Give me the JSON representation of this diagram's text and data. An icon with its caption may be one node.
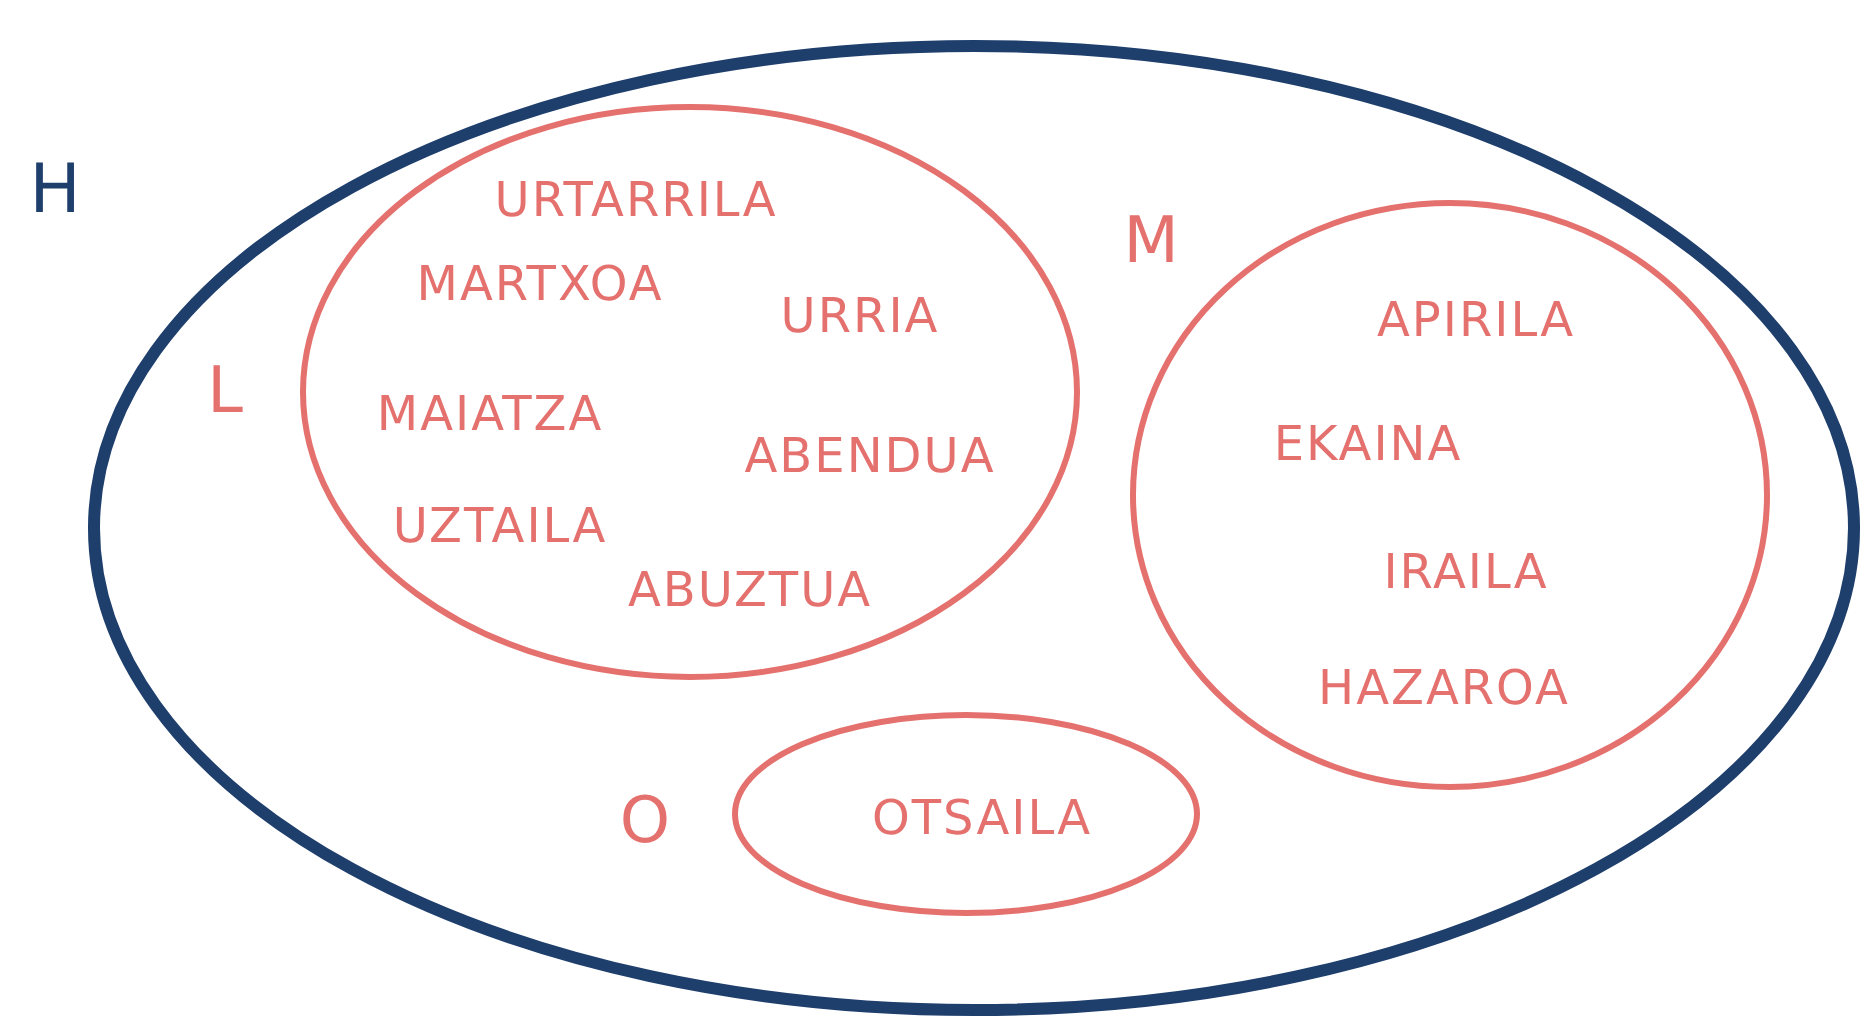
{
  "diagram": {
    "nodes": [
      {
        "text": [
          "H"
        ]
      },
      {
        "text": [
          "L",
          "URTARRILA",
          "MARTXOA",
          "URRIA",
          "MAIATZA",
          "ABENDUA",
          "UZTAILA",
          "ABUZTUA"
        ],
        "in": 0
      },
      {
        "text": [
          "M",
          "APIRILA",
          "EKAINA",
          "IRAILA",
          "HAZAROA"
        ],
        "in": 0
      },
      {
        "text": [
          "O",
          "OTSAILA"
        ],
        "in": 0
      }
    ]
  }
}
